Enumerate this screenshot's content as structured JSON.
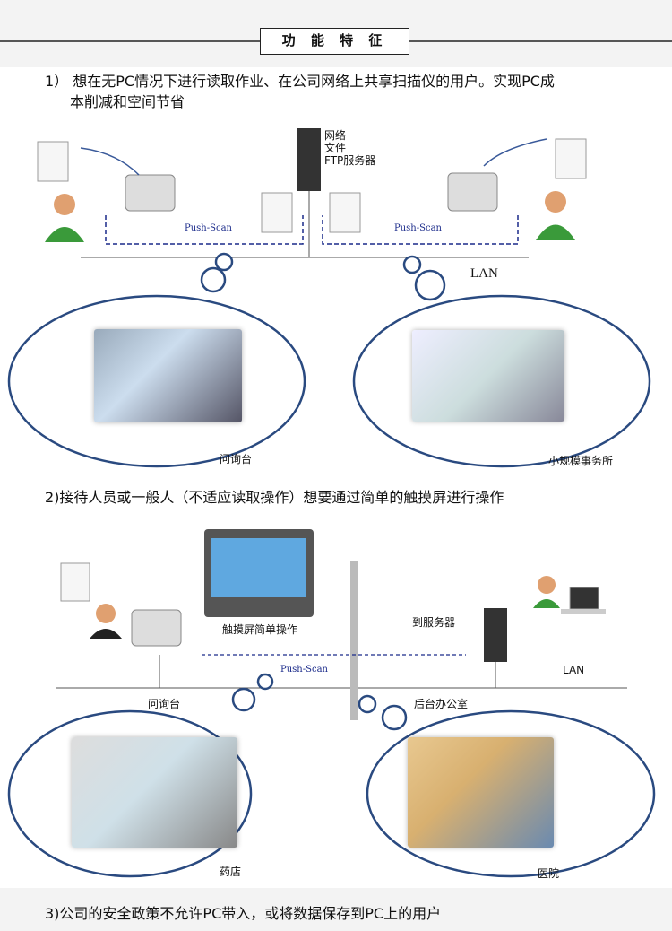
{
  "header": {
    "title": "功 能 特 征"
  },
  "section1": {
    "text_line1": "1） 想在无PC情况下进行读取作业、在公司网络上共享扫描仪的用户。实现PC成",
    "text_line2": "本削减和空间节省",
    "server_label": [
      "网络",
      "文件",
      "FTP服务器"
    ],
    "push_scan_left": "Push-Scan",
    "push_scan_right": "Push-Scan",
    "lan": "LAN",
    "cloud_left_label": "问询台",
    "cloud_right_label": "小规模事务所"
  },
  "section2": {
    "text": "2)接待人员或一般人（不适应读取操作）想要通过简单的触摸屏进行操作",
    "touch_label": "触摸屏简单操作",
    "to_server": "到服务器",
    "push_scan": "Push-Scan",
    "lan": "LAN",
    "front_desk": "问询台",
    "back_office": "后台办公室",
    "cloud_left_label": "药店",
    "cloud_right_label": "医院"
  },
  "section3": {
    "text": "3)公司的安全政策不允许PC带入，或将数据保存到PC上的用户"
  },
  "colors": {
    "line": "#1a2a8a",
    "cloud": "#2a4a80",
    "arrow": "#3a5a9a"
  }
}
